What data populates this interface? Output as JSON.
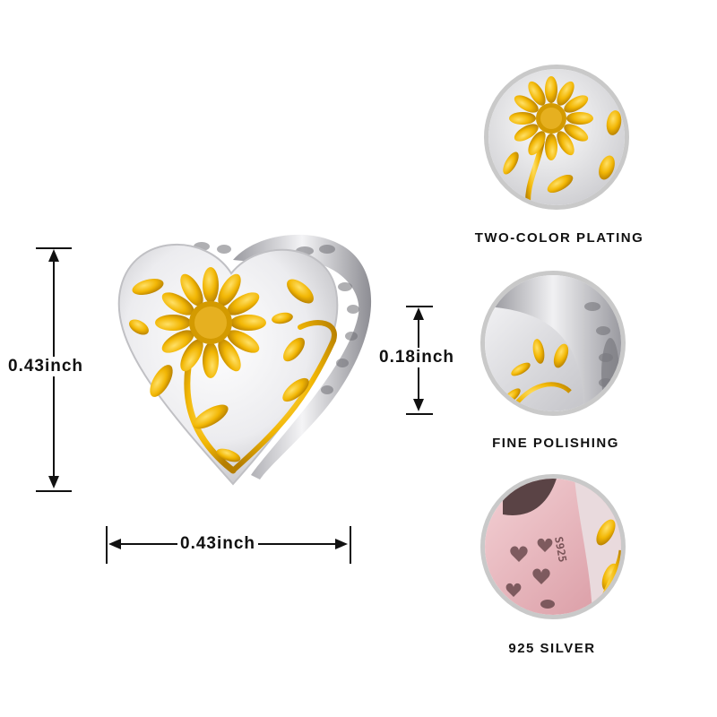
{
  "dimensions": {
    "height": "0.43inch",
    "width": "0.43inch",
    "thickness": "0.18inch"
  },
  "features": [
    {
      "label": "TWO-COLOR PLATING",
      "icon": "sunflower-closeup-icon"
    },
    {
      "label": "FINE POLISHING",
      "icon": "polished-edge-closeup-icon"
    },
    {
      "label": "925 SILVER",
      "icon": "silver-stamp-closeup-icon",
      "stamp": "S925"
    }
  ],
  "colors": {
    "silver": "#e8e8ea",
    "gold": "#f2b705",
    "gold_dark": "#c98f00",
    "circle_border": "#c9c9c9",
    "rose": "#e8b8bd"
  }
}
